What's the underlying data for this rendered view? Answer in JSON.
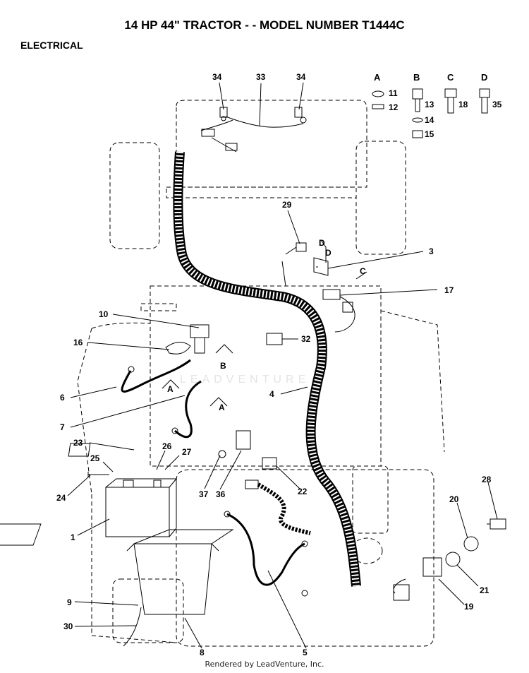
{
  "header": {
    "title": "14 HP 44\" TRACTOR - - MODEL NUMBER T1444C",
    "section": "ELECTRICAL"
  },
  "footer": {
    "credit": "Rendered by LeadVenture, Inc."
  },
  "watermark": "LEADVENTURE",
  "hardware_groups": [
    {
      "letter": "A",
      "parts": [
        "11",
        "12"
      ]
    },
    {
      "letter": "B",
      "parts": [
        "13",
        "14",
        "15"
      ]
    },
    {
      "letter": "C",
      "parts": [
        "18"
      ]
    },
    {
      "letter": "D",
      "parts": [
        "35"
      ]
    }
  ],
  "callouts": [
    "34",
    "33",
    "34",
    "29",
    "3",
    "17",
    "10",
    "16",
    "32",
    "6",
    "4",
    "7",
    "23",
    "26",
    "27",
    "25",
    "24",
    "37",
    "36",
    "22",
    "1",
    "28",
    "20",
    "21",
    "19",
    "9",
    "30",
    "8",
    "5"
  ],
  "connection_letters": [
    "D",
    "D",
    "C",
    "B",
    "A",
    "A"
  ],
  "colors": {
    "line": "#000000",
    "outline_dashed": "#000000",
    "watermark": "#e4e4e4"
  }
}
